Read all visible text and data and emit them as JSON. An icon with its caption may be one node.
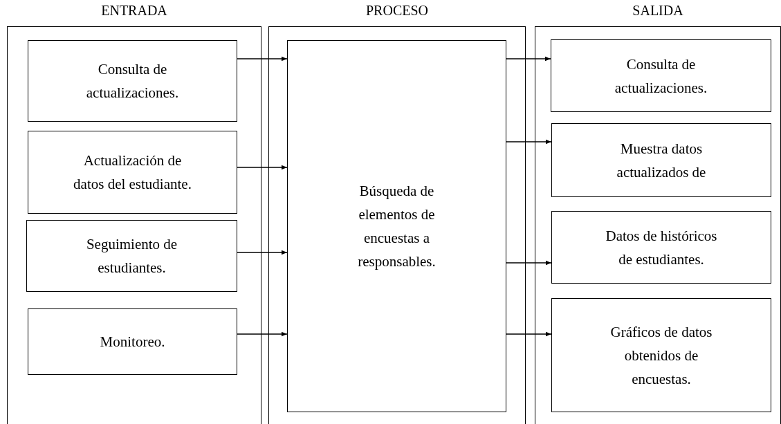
{
  "diagram": {
    "nodes": [
      {
        "text": [
          "ENTRADA"
        ]
      },
      {
        "text": [
          "Consulta de actualizaciones."
        ],
        "in": 0
      },
      {
        "text": [
          "Actualización de datos del estudiante."
        ],
        "in": 0
      },
      {
        "text": [
          "Seguimiento de estudiantes."
        ],
        "in": 0
      },
      {
        "text": [
          "Monitoreo."
        ],
        "in": 0
      },
      {
        "text": [
          "PROCESO"
        ]
      },
      {
        "text": [
          "Búsqueda de elementos de encuestas a responsables."
        ],
        "in": 5
      },
      {
        "text": [
          "SALIDA"
        ]
      },
      {
        "text": [
          "Consulta de actualizaciones."
        ],
        "in": 7
      },
      {
        "text": [
          "Muestra datos actualizados de"
        ],
        "in": 7
      },
      {
        "text": [
          "Datos de históricos de estudiantes."
        ],
        "in": 7
      },
      {
        "text": [
          "Gráficos de datos obtenidos de encuestas."
        ],
        "in": 7
      }
    ],
    "edges": [
      {
        "from": 1,
        "to": 6,
        "arrow": "to"
      },
      {
        "from": 2,
        "to": 6,
        "arrow": "to"
      },
      {
        "from": 3,
        "to": 6,
        "arrow": "to"
      },
      {
        "from": 4,
        "to": 6,
        "arrow": "to"
      },
      {
        "from": 6,
        "to": 8,
        "arrow": "to"
      },
      {
        "from": 6,
        "to": 9,
        "arrow": "to"
      },
      {
        "from": 6,
        "to": 10,
        "arrow": "to"
      },
      {
        "from": 6,
        "to": 11,
        "arrow": "to"
      }
    ]
  }
}
